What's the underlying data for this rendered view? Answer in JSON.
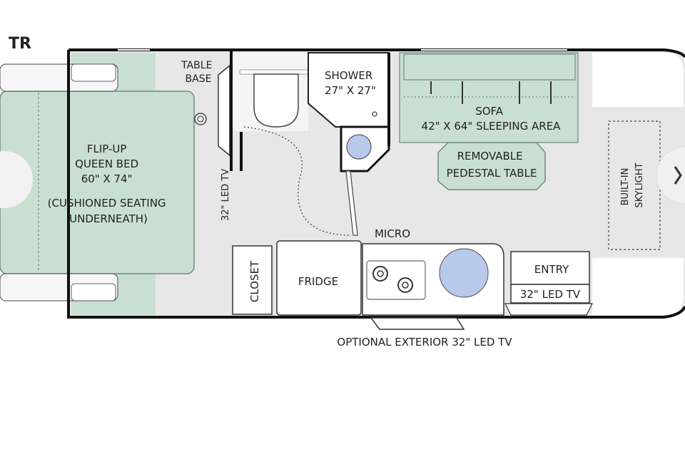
{
  "model_suffix": "TR",
  "colors": {
    "wall": "#111111",
    "floor": "#e7e7e7",
    "green": "#c9dfd2",
    "green_stroke": "#6f8c7c",
    "fixture": "#f4f4f4",
    "blue": "#b9c9ec"
  },
  "labels": {
    "table_base": [
      "TABLE",
      "BASE"
    ],
    "shower": [
      "SHOWER",
      "27\" X 27\""
    ],
    "sofa": [
      "SOFA",
      "42\" X 64\" SLEEPING AREA"
    ],
    "removable_table": [
      "REMOVABLE",
      "PEDESTAL TABLE"
    ],
    "bed": [
      "FLIP-UP",
      "QUEEN BED",
      "60\" X 74\"",
      "(CUSHIONED SEATING",
      "UNDERNEATH)"
    ],
    "led_tv_bedroom": "32\" LED TV",
    "skylight": [
      "BUILT-IN",
      "SKYLIGHT"
    ],
    "micro": "MICRO",
    "closet": "CLOSET",
    "fridge": "FRIDGE",
    "entry": "ENTRY",
    "led_tv_entry": "32\" LED TV",
    "exterior_tv": "OPTIONAL EXTERIOR 32\" LED TV"
  },
  "icons": [
    "toilet-icon",
    "sink-basin-icon",
    "stove-burner-icon",
    "kitchen-sink-icon",
    "pedestal-table-base-icon",
    "next-arrow-icon"
  ]
}
